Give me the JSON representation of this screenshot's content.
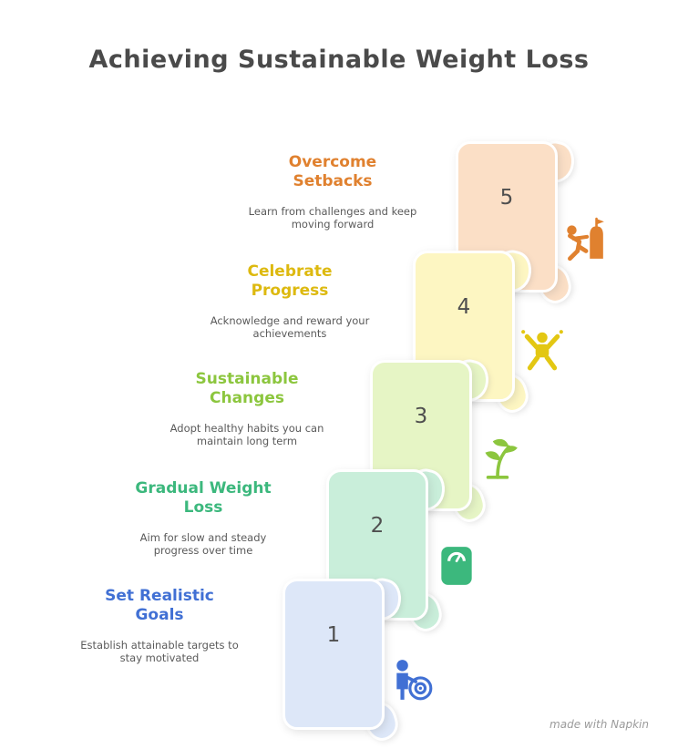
{
  "title": "Achieving Sustainable Weight Loss",
  "watermark": "made with Napkin",
  "steps": [
    {
      "number": "1",
      "label": "Set Realistic Goals",
      "description": "Establish attainable targets to stay motivated",
      "color": "#4170d4",
      "icon_color": "#4170d4",
      "scroll_color": "#dde7f8",
      "icon": "person-target-icon"
    },
    {
      "number": "2",
      "label": "Gradual Weight Loss",
      "description": "Aim for slow and steady progress over time",
      "color": "#3cb87d",
      "icon_color": "#3cb87d",
      "scroll_color": "#c9eeda",
      "icon": "weight-scale-icon"
    },
    {
      "number": "3",
      "label": "Sustainable Changes",
      "description": "Adopt healthy habits you can maintain long term",
      "color": "#8cc63e",
      "icon_color": "#8cc63e",
      "scroll_color": "#e6f5c5",
      "icon": "sprout-icon"
    },
    {
      "number": "4",
      "label": "Celebrate Progress",
      "description": "Acknowledge and reward your achievements",
      "color": "#ddb90f",
      "icon_color": "#e3c713",
      "scroll_color": "#fdf6c2",
      "icon": "cheering-person-icon"
    },
    {
      "number": "5",
      "label": "Overcome Setbacks",
      "description": "Learn from challenges and keep moving forward",
      "color": "#e0812f",
      "icon_color": "#e0812f",
      "scroll_color": "#fbdfc6",
      "icon": "person-climbing-obstacle-icon"
    }
  ]
}
